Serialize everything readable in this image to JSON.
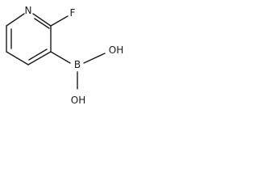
{
  "molecule": {
    "atoms": {
      "nitrogen": "N",
      "fluorine": "F",
      "boron": "B",
      "hydroxyl_upper": "OH",
      "hydroxyl_lower": "OH"
    }
  },
  "colors": {
    "bond": "#1a1a1a",
    "label": "#1a1a1a",
    "background": "#ffffff"
  }
}
